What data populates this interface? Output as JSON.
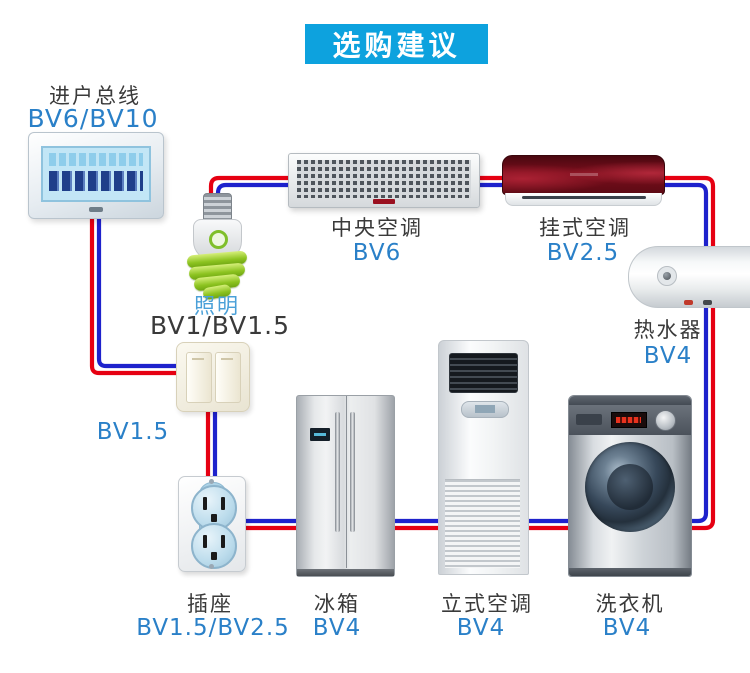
{
  "title": {
    "label": "选购建议"
  },
  "colors": {
    "banner_bg": "#0da2de",
    "wire_live": "#e60012",
    "wire_neutral": "#1e22cc",
    "spec_text": "#2a80c8",
    "name_text": "#3a3a3a",
    "lighting_text": "#4aa0d8"
  },
  "nodes": {
    "panel": {
      "name": "进户总线",
      "spec": "BV6/BV10"
    },
    "lighting": {
      "name": "照明",
      "spec": "BV1/BV1.5"
    },
    "wall_switch": {
      "spec": "BV1.5"
    },
    "central_ac": {
      "name": "中央空调",
      "spec": "BV6"
    },
    "wall_ac": {
      "name": "挂式空调",
      "spec": "BV2.5"
    },
    "heater": {
      "name": "热水器",
      "spec": "BV4"
    },
    "socket": {
      "name": "插座",
      "spec": "BV1.5/BV2.5"
    },
    "fridge": {
      "name": "冰箱",
      "spec": "BV4"
    },
    "floor_ac": {
      "name": "立式空调",
      "spec": "BV4"
    },
    "washer": {
      "name": "洗衣机",
      "spec": "BV4"
    }
  }
}
